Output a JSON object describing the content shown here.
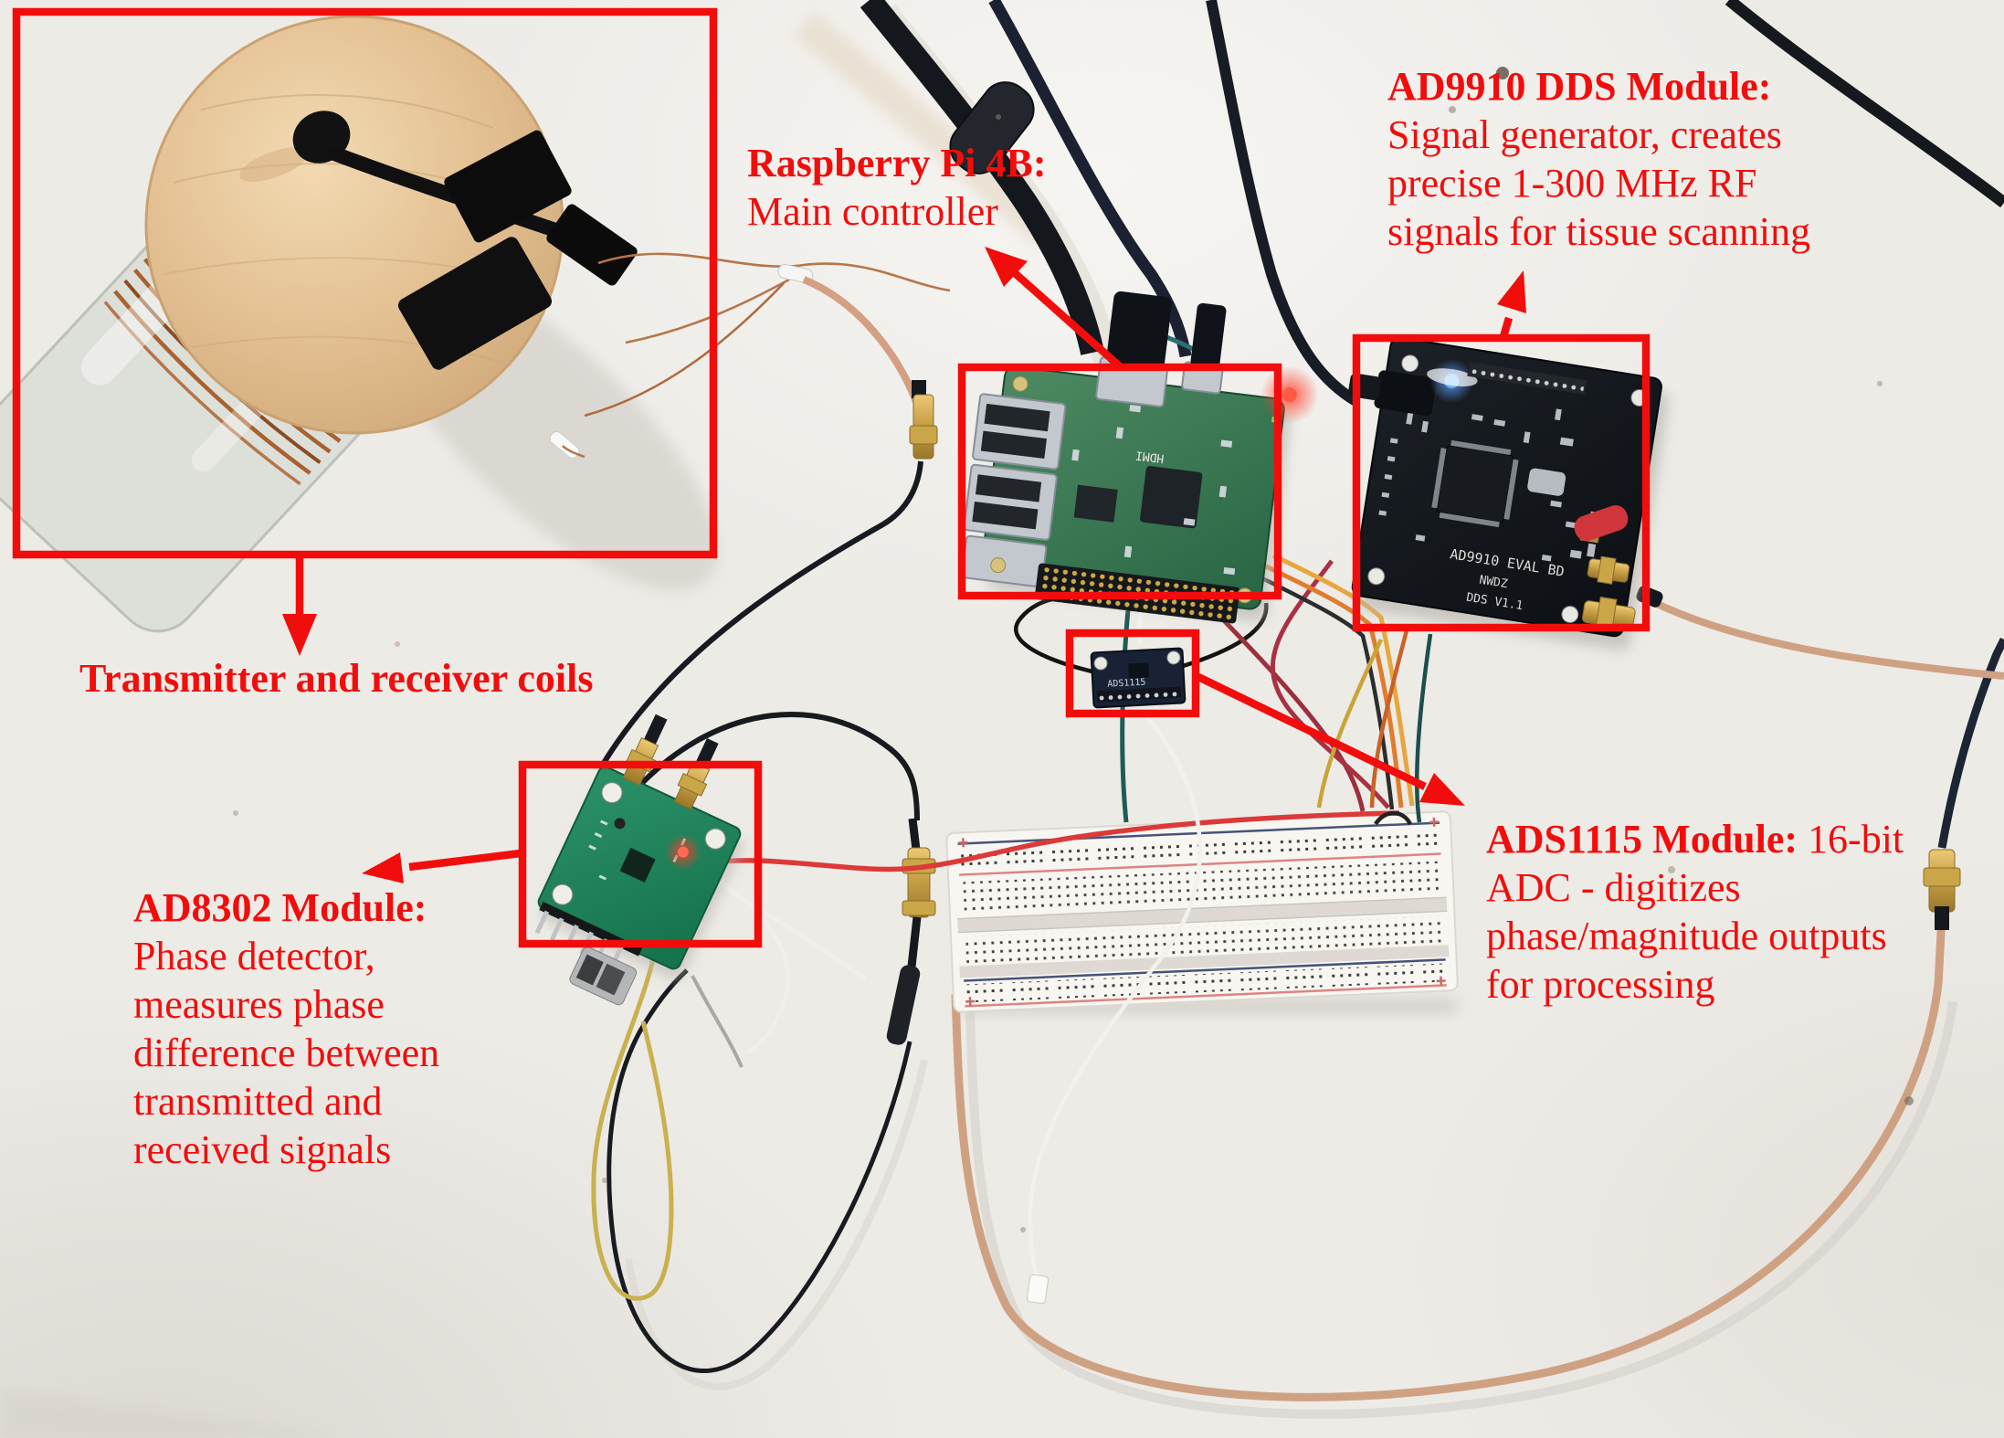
{
  "annotations": {
    "text_color": "#f20d0d",
    "coils": {
      "title": "Transmitter and receiver coils"
    },
    "rpi": {
      "title": "Raspberry Pi 4B:",
      "body": "Main controller"
    },
    "dds": {
      "title": "AD9910 DDS Module:",
      "body_lines": [
        "Signal generator, creates",
        "precise 1-300 MHz RF",
        "signals for tissue scanning"
      ]
    },
    "ads": {
      "title": "ADS1115 Module:",
      "title_suffix": " 16-bit",
      "body_lines": [
        "ADC - digitizes",
        "phase/magnitude outputs",
        "for processing"
      ]
    },
    "ad8302": {
      "title": "AD8302 Module:",
      "body_lines": [
        "Phase detector,",
        "measures phase",
        "difference between",
        "transmitted and",
        "received signals"
      ]
    }
  },
  "silkscreen": {
    "dds_line1": "AD9910 EVAL BD",
    "dds_line2": "NWDZ",
    "dds_line3": "DDS V1.1",
    "pi_hdmi": "HDMI",
    "ads_chip": "ADS1115"
  },
  "colors": {
    "annotation_red": "#f20d0d",
    "pcb_green": "#2f7d52",
    "dds_black": "#14171c",
    "breadboard_white": "#f8f6f1",
    "coax_tan": "#d4a084",
    "gold": "#c9a24a",
    "liquid_pink": "#d8415a",
    "lid_wood": "#e7c9a1"
  }
}
